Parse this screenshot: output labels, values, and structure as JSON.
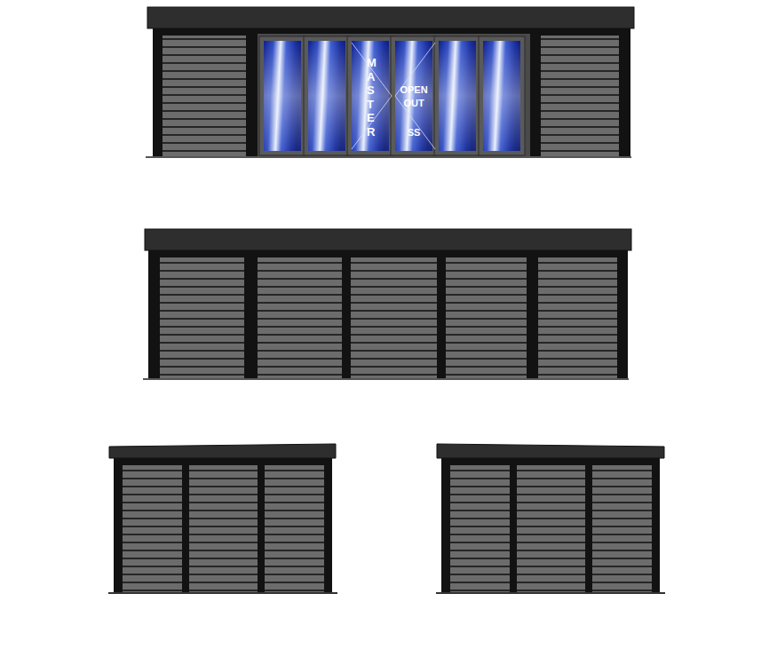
{
  "diagram": {
    "labels": [
      "MASTER",
      "OPEN OUT",
      "SS"
    ]
  }
}
